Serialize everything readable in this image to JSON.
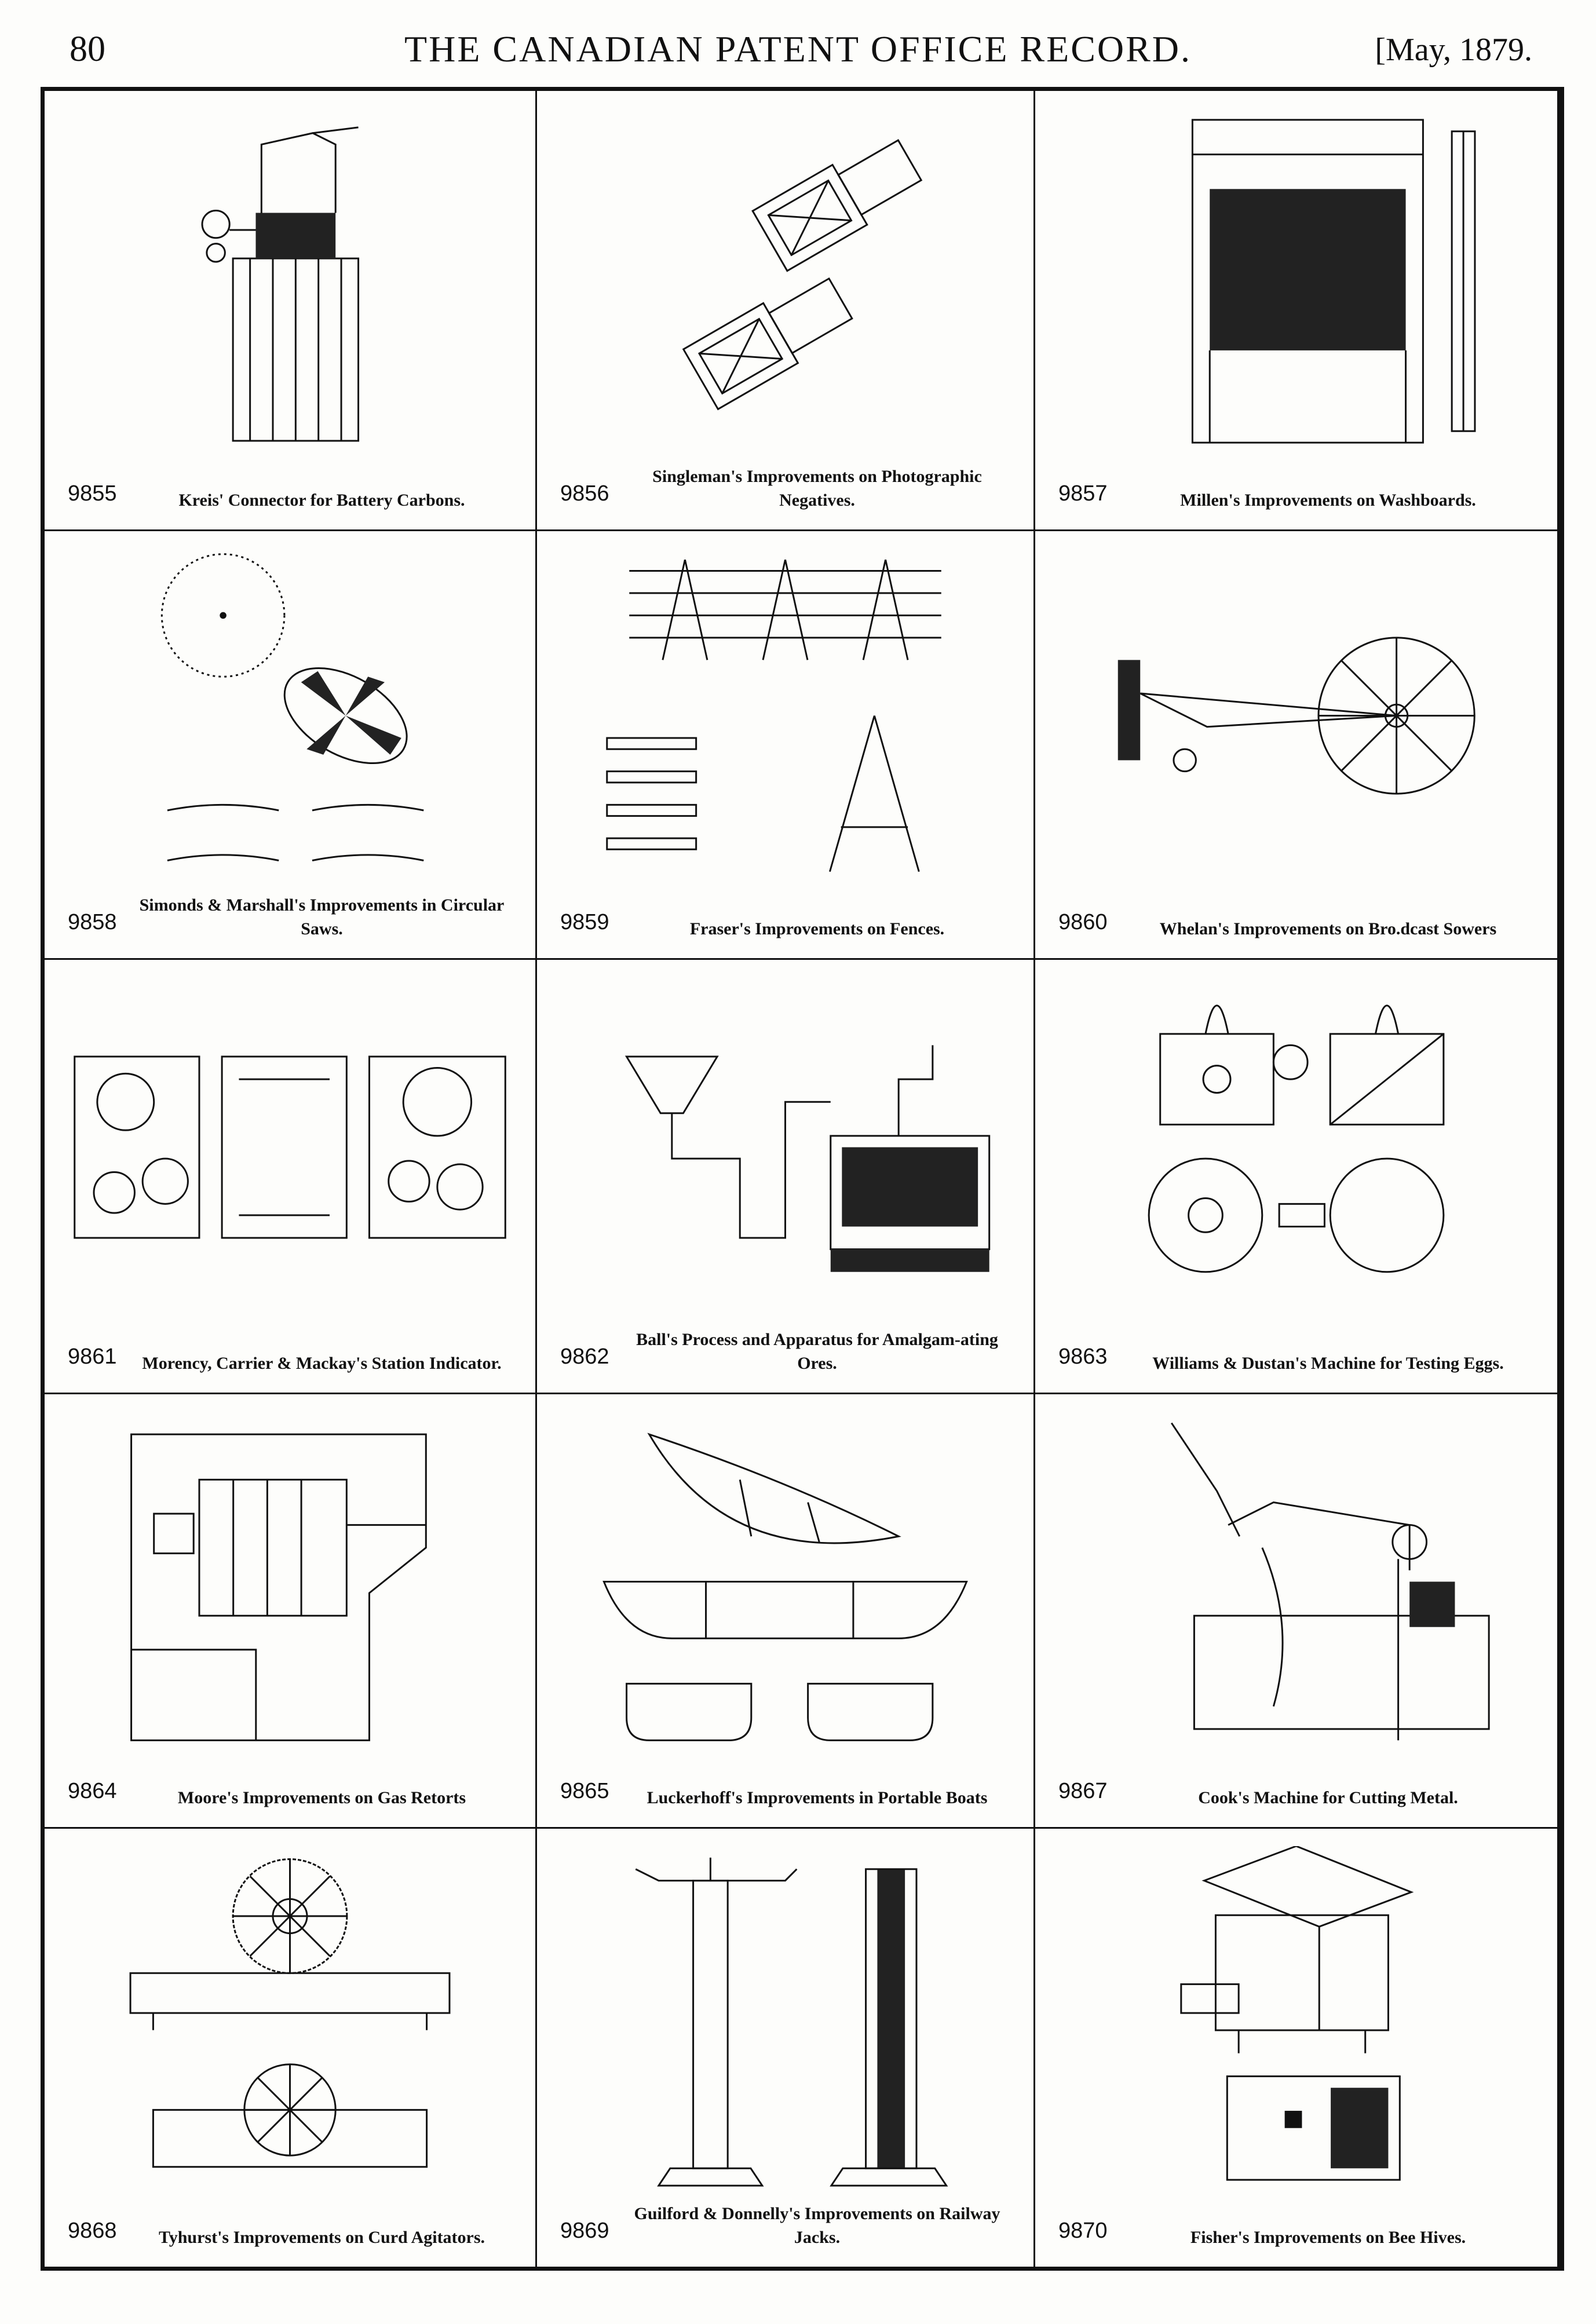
{
  "header": {
    "page_number": "80",
    "title": "THE CANADIAN PATENT OFFICE RECORD.",
    "date": "[May, 1879."
  },
  "patents": [
    {
      "number": "9855",
      "caption": "Kreis' Connector for Battery Carbons.",
      "icon": "battery-connector-drawing"
    },
    {
      "number": "9856",
      "caption": "Singleman's Improvements on Photographic Negatives.",
      "icon": "photographic-frames-drawing"
    },
    {
      "number": "9857",
      "caption": "Millen's Improvements on Washboards.",
      "icon": "washboard-drawing"
    },
    {
      "number": "9858",
      "caption": "Simonds & Marshall's Improvements in Circular Saws.",
      "icon": "circular-saw-drawing"
    },
    {
      "number": "9859",
      "caption": "Fraser's Improvements on Fences.",
      "icon": "fence-drawing"
    },
    {
      "number": "9860",
      "caption": "Whelan's Improvements on Bro.dcast Sowers",
      "icon": "broadcast-sower-drawing"
    },
    {
      "number": "9861",
      "caption": "Morency, Carrier & Mackay's Station Indicator.",
      "icon": "station-indicator-drawing"
    },
    {
      "number": "9862",
      "caption": "Ball's Process and Apparatus for Amalgam-ating Ores.",
      "icon": "amalgamating-apparatus-drawing"
    },
    {
      "number": "9863",
      "caption": "Williams & Dustan's Machine for Testing Eggs.",
      "icon": "egg-tester-drawing"
    },
    {
      "number": "9864",
      "caption": "Moore's Improvements on Gas Retorts",
      "icon": "gas-retort-drawing"
    },
    {
      "number": "9865",
      "caption": "Luckerhoff's Improvements in Portable Boats",
      "icon": "portable-boat-drawing"
    },
    {
      "number": "9867",
      "caption": "Cook's Machine for Cutting Metal.",
      "icon": "metal-cutter-drawing"
    },
    {
      "number": "9868",
      "caption": "Tyhurst's Improvements on Curd Agitators.",
      "icon": "curd-agitator-drawing"
    },
    {
      "number": "9869",
      "caption": "Guilford & Donnelly's Improvements on Railway Jacks.",
      "icon": "railway-jack-drawing"
    },
    {
      "number": "9870",
      "caption": "Fisher's Improvements on Bee Hives.",
      "icon": "bee-hive-drawing"
    }
  ]
}
